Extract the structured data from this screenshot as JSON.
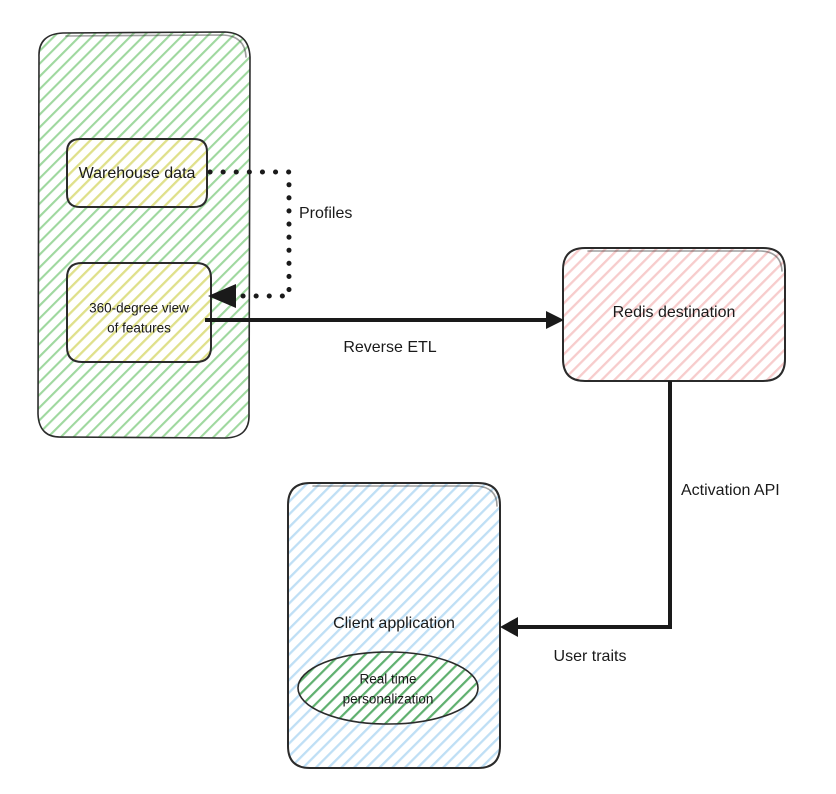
{
  "diagram": {
    "type": "flow-diagram",
    "style": "hand-drawn",
    "background": "#ffffff",
    "nodes": [
      {
        "id": "warehouse-container",
        "label": "",
        "shape": "rounded-rect",
        "fill": "#e6f7e6",
        "hatch_color": "#9fd89f",
        "stroke": "#2b2b2b"
      },
      {
        "id": "warehouse-data",
        "label": "Warehouse data",
        "shape": "rounded-rect",
        "fill": "#f5f7d4",
        "hatch_color": "#d6d97a",
        "stroke": "#2b2b2b"
      },
      {
        "id": "feature-view",
        "label_line1": "360-degree view",
        "label_line2": "of features",
        "shape": "rounded-rect",
        "fill": "#f5f7d4",
        "hatch_color": "#d6d97a",
        "stroke": "#2b2b2b"
      },
      {
        "id": "redis-destination",
        "label": "Redis destination",
        "shape": "rounded-rect",
        "fill": "#fdeaea",
        "hatch_color": "#f3b9b9",
        "stroke": "#2b2b2b"
      },
      {
        "id": "client-application",
        "label": "Client application",
        "shape": "rounded-rect",
        "fill": "#e4f2fc",
        "hatch_color": "#a8d4f0",
        "stroke": "#2b2b2b"
      },
      {
        "id": "real-time-personalization",
        "label_line1": "Real time",
        "label_line2": "personalization",
        "shape": "ellipse",
        "fill": "#d9f0dc",
        "hatch_color": "#4da65f",
        "stroke": "#2b2b2b"
      }
    ],
    "edges": [
      {
        "id": "profiles",
        "label": "Profiles",
        "from": "warehouse-data",
        "to": "feature-view",
        "line_style": "dotted",
        "arrow": "end"
      },
      {
        "id": "reverse-etl",
        "label": "Reverse ETL",
        "from": "feature-view",
        "to": "redis-destination",
        "line_style": "solid",
        "arrow": "end"
      },
      {
        "id": "activation-api",
        "label": "Activation API",
        "from": "redis-destination",
        "to": "client-application",
        "line_style": "solid",
        "arrow": "end"
      },
      {
        "id": "user-traits",
        "label": "User traits",
        "from": "redis-destination",
        "to": "client-application",
        "line_style": "solid",
        "arrow": "end"
      }
    ]
  }
}
